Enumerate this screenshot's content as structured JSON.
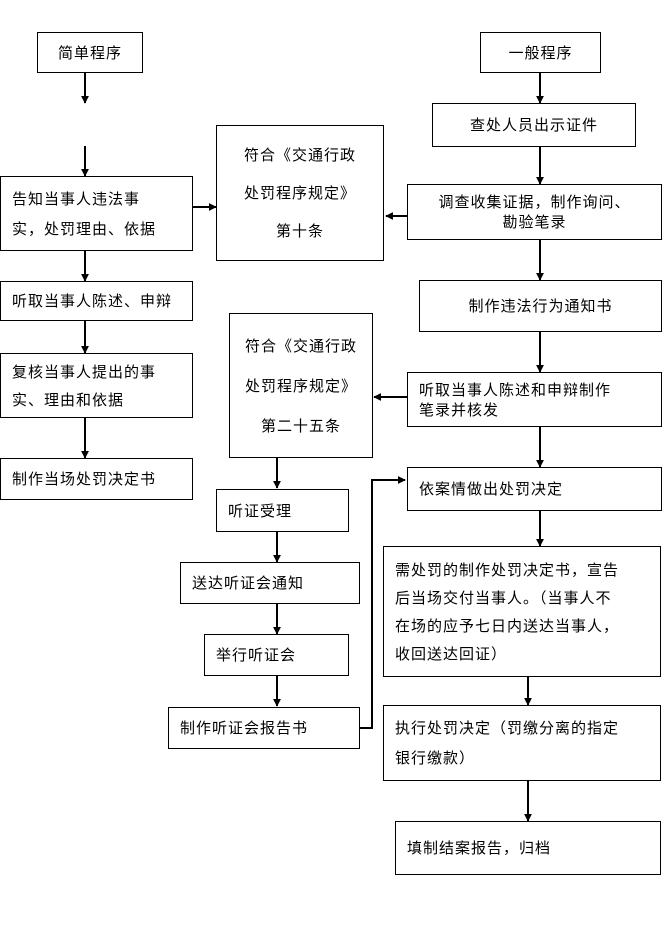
{
  "simple": {
    "title": "简单程序",
    "step1": [
      "告知当事人违法事",
      "实，处罚理由、依据"
    ],
    "step2": "听取当事人陈述、申辩",
    "step3": [
      "复核当事人提出的事",
      "实、理由和依据"
    ],
    "step4": "制作当场处罚决定书"
  },
  "rule1": [
    "符合《交通行政",
    "处罚程序规定》",
    "第十条"
  ],
  "rule2": [
    "符合《交通行政",
    "处罚程序规定》",
    "第二十五条"
  ],
  "hearing": {
    "accept": "听证受理",
    "notice": "送达听证会通知",
    "hold": "举行听证会",
    "report": "制作听证会报告书"
  },
  "general": {
    "title": "一般程序",
    "step1": "查处人员出示证件",
    "step2": [
      "调查收集证据，制作询问、",
      "勘验笔录"
    ],
    "step3": "制作违法行为通知书",
    "step4": [
      "听取当事人陈述和申辩制作",
      "笔录并核发"
    ],
    "step5": "依案情做出处罚决定",
    "step6": [
      "需处罚的制作处罚决定书，宣告",
      "后当场交付当事人。（当事人不",
      "在场的应予七日内送达当事人，",
      "收回送达回证）"
    ],
    "step7": [
      "执行处罚决定（罚缴分离的指定",
      "银行缴款）"
    ],
    "step8": "填制结案报告，归档"
  }
}
